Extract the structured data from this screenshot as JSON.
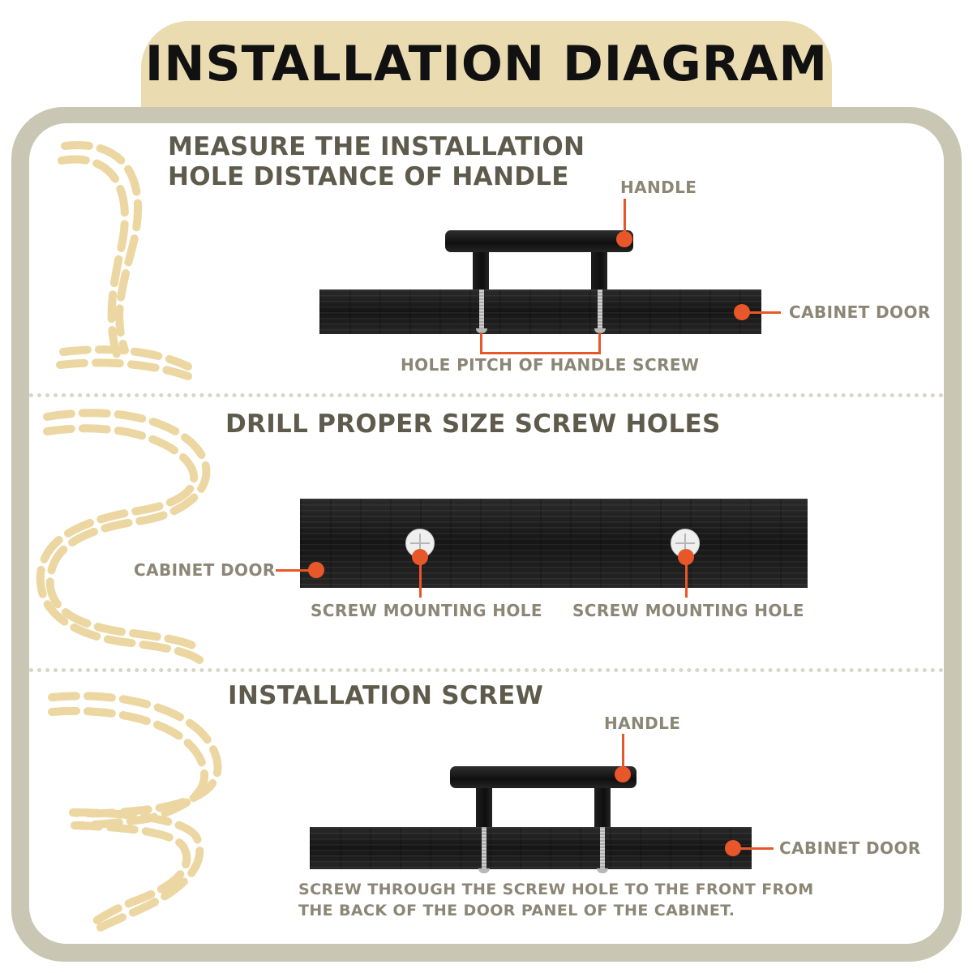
{
  "title": "INSTALLATION DIAGRAM",
  "colors": {
    "frame": "#c9c6b3",
    "title_tab": "#eadcb0",
    "accent": "#e8572a",
    "heading_text": "#5e5b4d",
    "label_text": "#8b8676",
    "rope": "#ecd7a2"
  },
  "steps": [
    {
      "heading_line1": "MEASURE THE INSTALLATION",
      "heading_line2": "HOLE DISTANCE OF HANDLE",
      "labels": {
        "handle": "HANDLE",
        "cabinet_door": "CABINET DOOR",
        "hole_pitch": "HOLE PITCH OF HANDLE SCREW"
      }
    },
    {
      "heading": "DRILL PROPER SIZE SCREW HOLES",
      "labels": {
        "cabinet_door": "CABINET DOOR",
        "hole_left": "SCREW MOUNTING HOLE",
        "hole_right": "SCREW MOUNTING HOLE"
      }
    },
    {
      "heading": "INSTALLATION SCREW",
      "labels": {
        "handle": "HANDLE",
        "cabinet_door": "CABINET DOOR"
      },
      "note_line1": "SCREW THROUGH THE SCREW HOLE TO THE FRONT FROM",
      "note_line2": "THE BACK OF THE DOOR PANEL OF THE CABINET."
    }
  ]
}
